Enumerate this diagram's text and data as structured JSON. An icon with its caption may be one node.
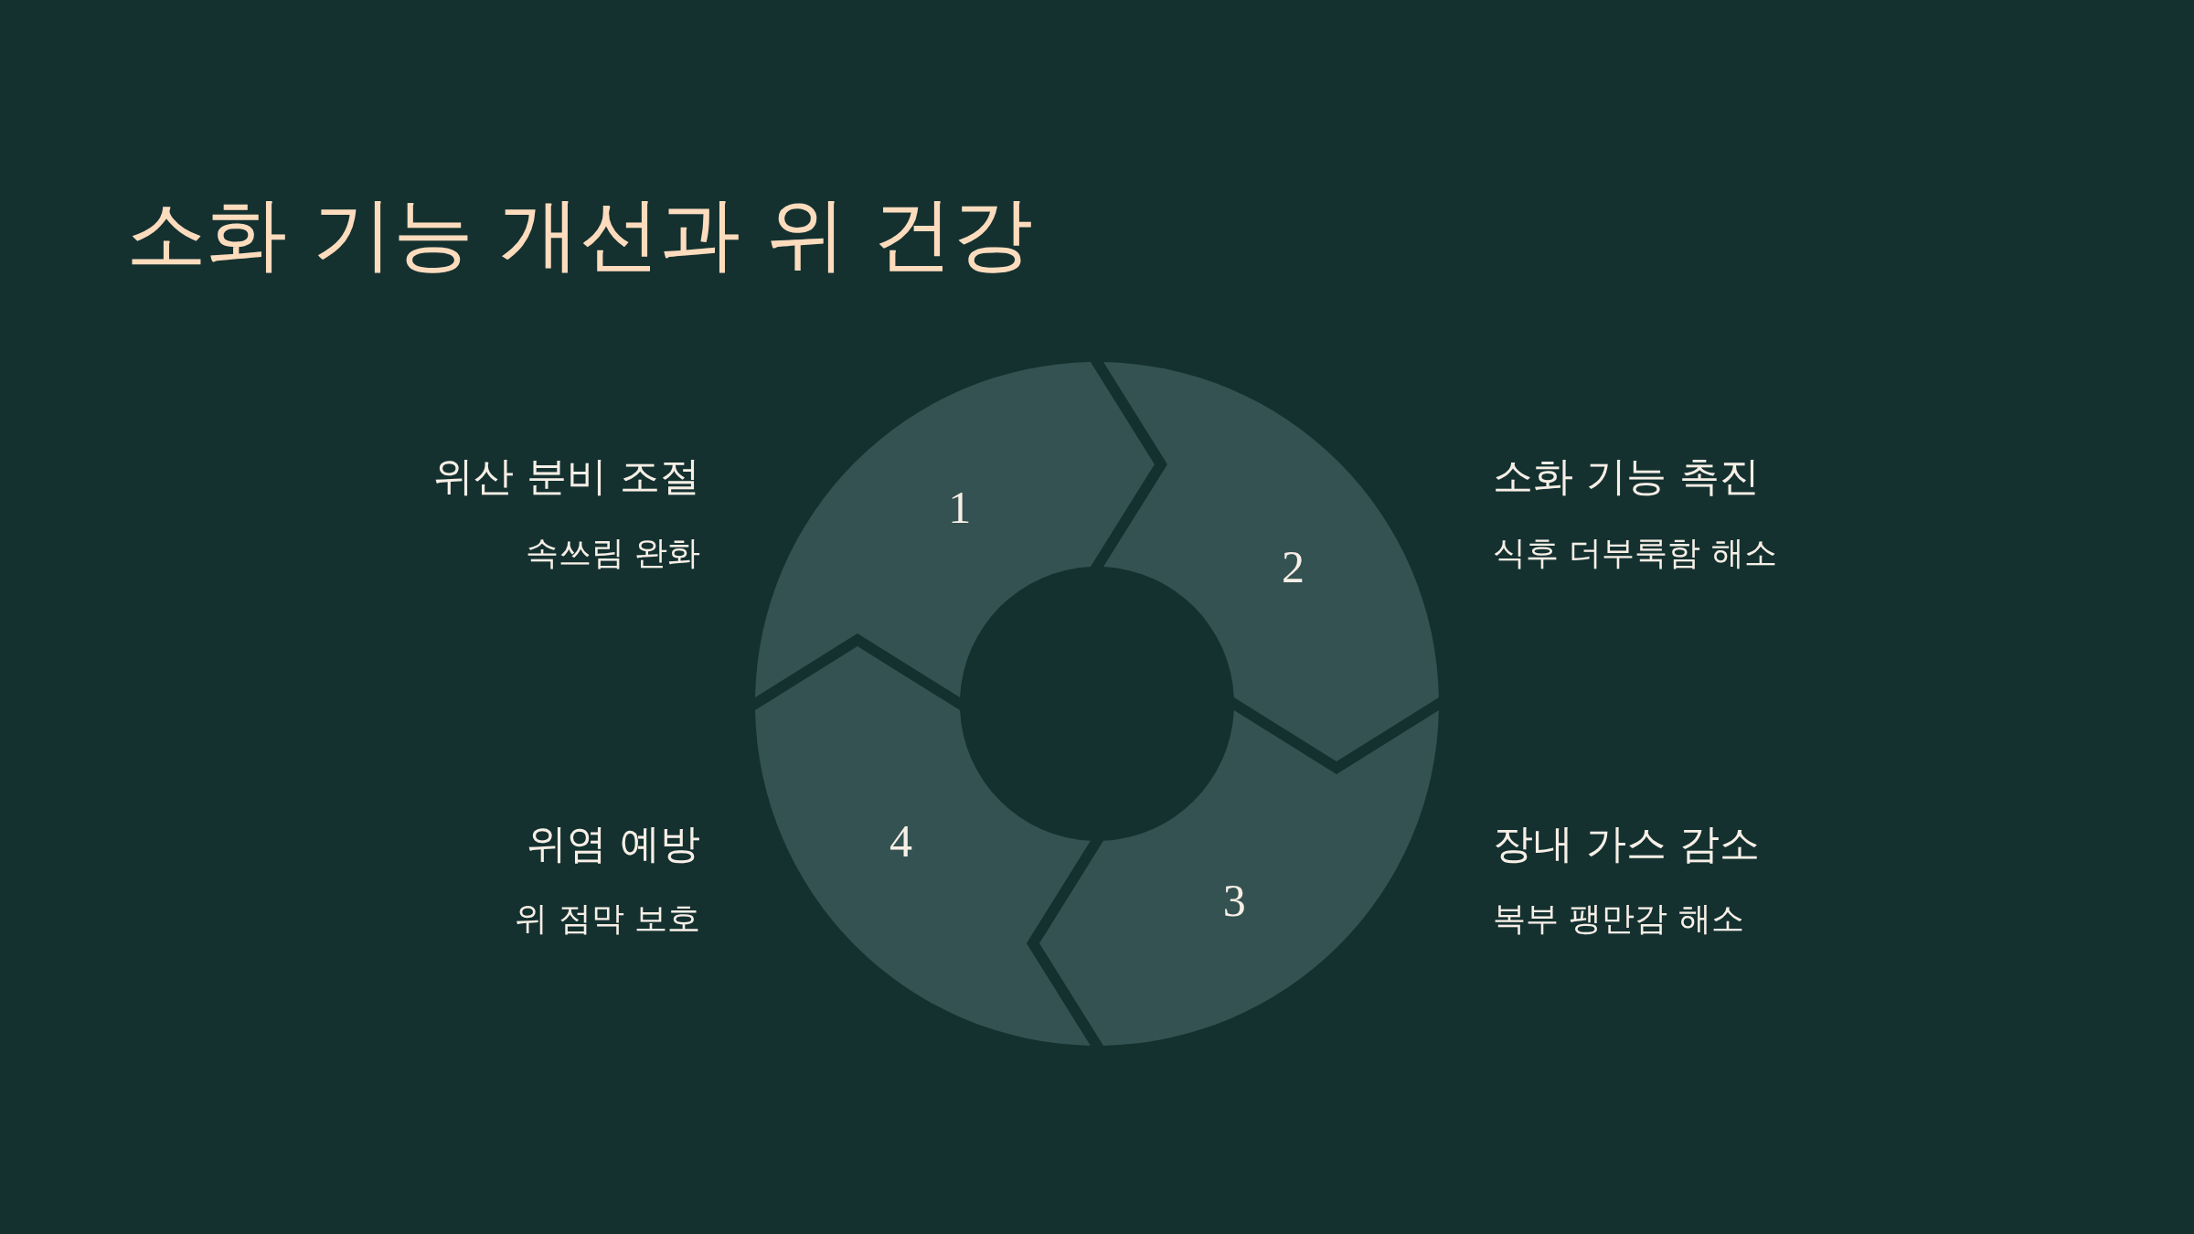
{
  "diagram": {
    "title": "소화 기능 개선과 위 건강",
    "nodes": [
      {
        "text": [
          "1"
        ],
        "beside": [
          "위산 분비 조절",
          "속쓰림 완화"
        ]
      },
      {
        "text": [
          "2"
        ],
        "beside": [
          "소화 기능 촉진",
          "식후 더부룩함 해소"
        ]
      },
      {
        "text": [
          "3"
        ],
        "beside": [
          "장내 가스 감소",
          "복부 팽만감 해소"
        ]
      },
      {
        "text": [
          "4"
        ],
        "beside": [
          "위염 예방",
          "위 점막 보호"
        ]
      }
    ]
  }
}
